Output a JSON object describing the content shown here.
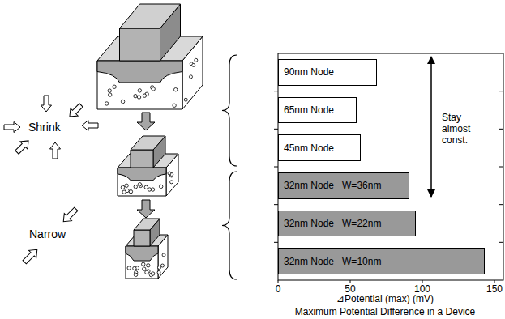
{
  "diagram": {
    "nodes": [
      {
        "text": [
          "90nm Node"
        ]
      },
      {
        "text": [
          "65nm Node"
        ]
      },
      {
        "text": [
          "45nm Node"
        ]
      },
      {
        "text": [
          "32nm Node",
          "W=36nm"
        ]
      },
      {
        "text": [
          "32nm Node",
          "W=22nm"
        ]
      },
      {
        "text": [
          "32nm Node",
          "W=10nm"
        ]
      }
    ],
    "labels": [
      "Shrink",
      "Narrow",
      "Stay almost const.",
      "0",
      "50",
      "100",
      "150",
      "⊿Potential (max) (mV)",
      "Maximum Potential Difference in a Device"
    ]
  }
}
